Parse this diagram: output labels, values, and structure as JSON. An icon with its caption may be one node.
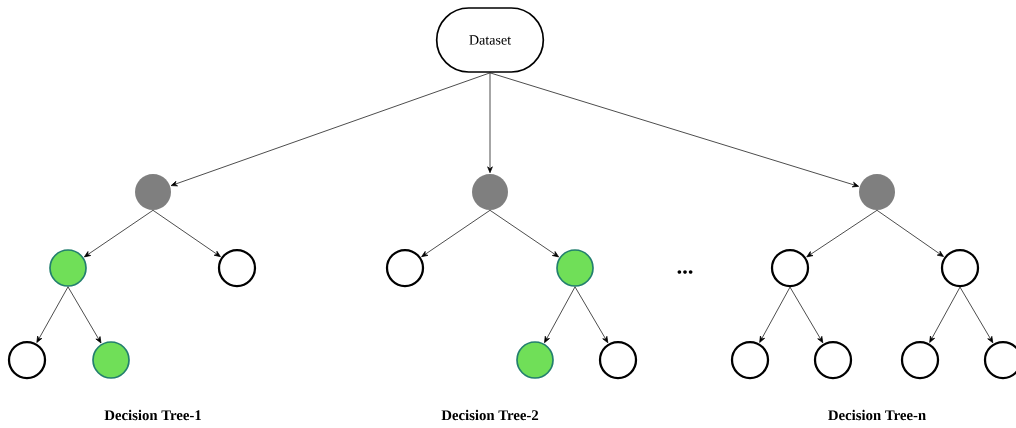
{
  "diagram": {
    "nodes": [
      {
        "text": [
          "Dataset"
        ]
      },
      {
        "text": [],
        "shape": "circle"
      },
      {
        "text": [],
        "shape": "circle"
      },
      {
        "text": [],
        "shape": "circle"
      },
      {
        "text": [],
        "shape": "circle"
      },
      {
        "text": [],
        "shape": "circle"
      },
      {
        "text": [],
        "shape": "circle"
      },
      {
        "text": [],
        "shape": "circle"
      },
      {
        "text": [],
        "shape": "circle"
      },
      {
        "text": [],
        "shape": "circle"
      },
      {
        "text": [],
        "shape": "circle"
      },
      {
        "text": [],
        "shape": "circle"
      },
      {
        "text": [],
        "shape": "circle"
      },
      {
        "text": [],
        "shape": "circle"
      },
      {
        "text": [],
        "shape": "circle"
      },
      {
        "text": [],
        "shape": "circle"
      },
      {
        "text": [],
        "shape": "circle"
      },
      {
        "text": [],
        "shape": "circle"
      }
    ],
    "edges": [
      {
        "from": 0,
        "to": 1,
        "arrow": "to"
      },
      {
        "from": 0,
        "to": 6,
        "arrow": "to"
      },
      {
        "from": 0,
        "to": 11,
        "arrow": "to"
      },
      {
        "from": 1,
        "to": 2,
        "arrow": "to"
      },
      {
        "from": 1,
        "to": 3,
        "arrow": "to"
      },
      {
        "from": 2,
        "to": 4,
        "arrow": "to"
      },
      {
        "from": 2,
        "to": 5,
        "arrow": "to"
      },
      {
        "from": 6,
        "to": 7,
        "arrow": "to"
      },
      {
        "from": 6,
        "to": 8,
        "arrow": "to"
      },
      {
        "from": 8,
        "to": 9,
        "arrow": "to"
      },
      {
        "from": 8,
        "to": 10,
        "arrow": "to"
      },
      {
        "from": 11,
        "to": 12,
        "arrow": "to"
      },
      {
        "from": 11,
        "to": 13,
        "arrow": "to"
      },
      {
        "from": 12,
        "to": 14,
        "arrow": "to"
      },
      {
        "from": 12,
        "to": 15,
        "arrow": "to"
      },
      {
        "from": 13,
        "to": 16,
        "arrow": "to"
      },
      {
        "from": 13,
        "to": 17,
        "arrow": "to"
      }
    ],
    "labels": [
      "...",
      "Decision Tree-1",
      "Decision Tree-2",
      "Decision Tree-n"
    ]
  }
}
